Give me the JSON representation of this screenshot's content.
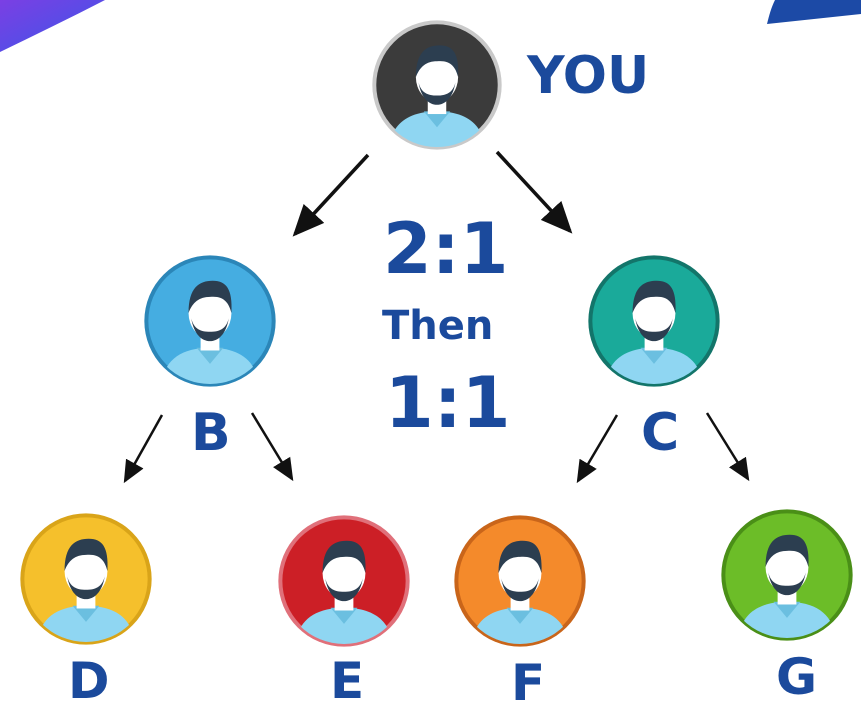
{
  "nodes": {
    "you": {
      "label": "YOU",
      "color": "#3b3b3b",
      "ring": "#c9c9c9"
    },
    "b": {
      "label": "B",
      "color": "#45ade1",
      "ring": "#2b86b8"
    },
    "c": {
      "label": "C",
      "color": "#1aaa9a",
      "ring": "#13756a"
    },
    "d": {
      "label": "D",
      "color": "#f5c02c",
      "ring": "#d9a419"
    },
    "e": {
      "label": "E",
      "color": "#cc1f26",
      "ring": "#e0707a"
    },
    "f": {
      "label": "F",
      "color": "#f48a2b",
      "ring": "#c9651a"
    },
    "g": {
      "label": "G",
      "color": "#6cbd28",
      "ring": "#4a8f17"
    }
  },
  "ratio": {
    "first": "2:1",
    "middle": "Then",
    "second": "1:1"
  },
  "colors": {
    "label_text": "#1b4a9c",
    "arrow": "#111111",
    "shirt": "#8fd6f2",
    "skin": "#ffffff",
    "hair": "#2c3e50"
  }
}
